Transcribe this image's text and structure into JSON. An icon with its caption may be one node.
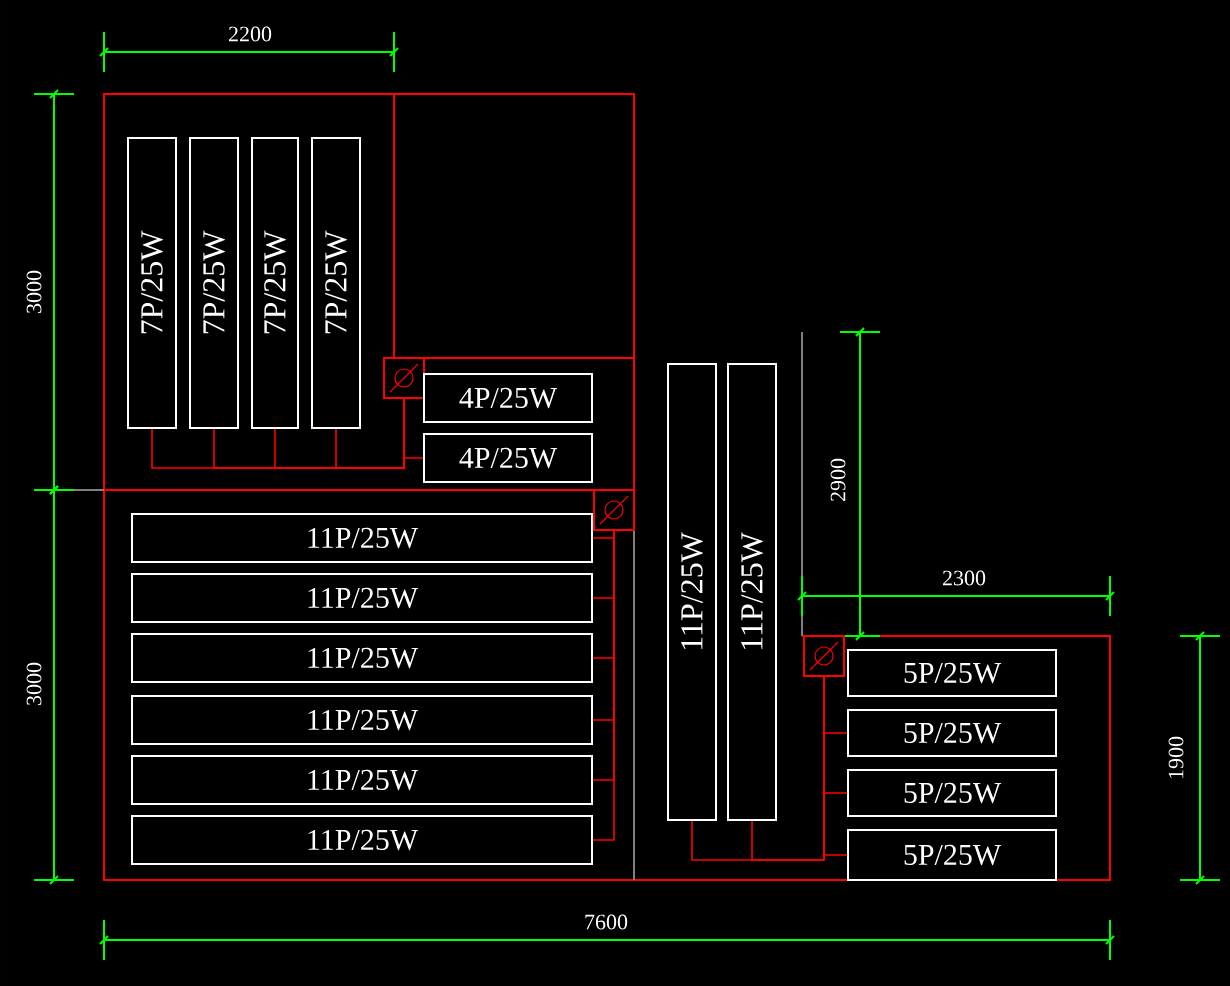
{
  "diagram": {
    "nodes": [
      {
        "text": [
          "7P/25W"
        ]
      },
      {
        "text": [
          "7P/25W"
        ]
      },
      {
        "text": [
          "7P/25W"
        ]
      },
      {
        "text": [
          "7P/25W"
        ]
      },
      {
        "text": [],
        "shape": "box"
      },
      {
        "text": [
          "4P/25W"
        ]
      },
      {
        "text": [
          "4P/25W"
        ]
      },
      {
        "text": [],
        "shape": "box"
      },
      {
        "text": [
          "11P/25W"
        ]
      },
      {
        "text": [
          "11P/25W"
        ]
      },
      {
        "text": [
          "11P/25W"
        ]
      },
      {
        "text": [
          "11P/25W"
        ]
      },
      {
        "text": [
          "11P/25W"
        ]
      },
      {
        "text": [
          "11P/25W"
        ]
      },
      {
        "text": [
          "11P/25W"
        ]
      },
      {
        "text": [
          "11P/25W"
        ]
      },
      {
        "text": [],
        "shape": "box"
      },
      {
        "text": [
          "5P/25W"
        ]
      },
      {
        "text": [
          "5P/25W"
        ]
      },
      {
        "text": [
          "5P/25W"
        ]
      },
      {
        "text": [
          "5P/25W"
        ]
      }
    ],
    "edges": [
      {
        "from": 4,
        "to": 0,
        "arrow": "none"
      },
      {
        "from": 4,
        "to": 1,
        "arrow": "none"
      },
      {
        "from": 4,
        "to": 2,
        "arrow": "none"
      },
      {
        "from": 4,
        "to": 3,
        "arrow": "none"
      },
      {
        "from": 4,
        "to": 6,
        "arrow": "none"
      },
      {
        "from": 7,
        "to": 8,
        "arrow": "none"
      },
      {
        "from": 7,
        "to": 9,
        "arrow": "none"
      },
      {
        "from": 7,
        "to": 10,
        "arrow": "none"
      },
      {
        "from": 7,
        "to": 11,
        "arrow": "none"
      },
      {
        "from": 7,
        "to": 12,
        "arrow": "none"
      },
      {
        "from": 7,
        "to": 13,
        "arrow": "none"
      },
      {
        "from": 16,
        "to": 14,
        "arrow": "none"
      },
      {
        "from": 16,
        "to": 15,
        "arrow": "none"
      },
      {
        "from": 16,
        "to": 18,
        "arrow": "none"
      },
      {
        "from": 16,
        "to": 19,
        "arrow": "none"
      },
      {
        "from": 16,
        "to": 20,
        "arrow": "none"
      }
    ],
    "labels": [
      "2200",
      "3000",
      "3000",
      "2900",
      "2300",
      "1900",
      "7600"
    ]
  }
}
